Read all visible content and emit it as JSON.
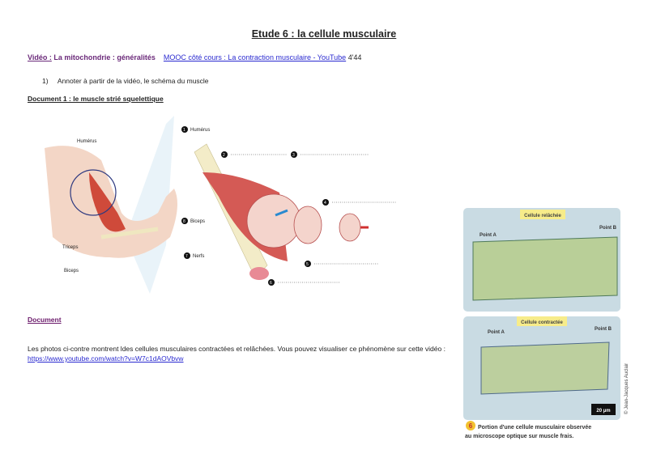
{
  "title": "Etude 6 : la cellule musculaire",
  "video_line": {
    "label": "Vidéo :",
    "topic": " La mitochondrie : généralités",
    "link": "MOOC côté cours : La contraction musculaire - YouTube",
    "duration": "4'44"
  },
  "instructions": [
    {
      "number": "1)",
      "text": "Annoter à partir de la vidéo, le schéma du muscle"
    }
  ],
  "document1": {
    "heading": "Document 1 : le muscle strié squelettique",
    "arm_labels": {
      "humerus": "Humérus",
      "triceps": "Triceps",
      "biceps": "Biceps"
    },
    "diagram_labels": {
      "n1": "1",
      "humerus": "Humérus",
      "n2": "2",
      "n3": "3",
      "n4": "4",
      "n5": "5",
      "n6": "6",
      "n7": "7",
      "nerfs": "Nerfs",
      "n8": "8",
      "biceps": "Biceps"
    }
  },
  "document2": {
    "heading": "Document",
    "paragraph": "Les photos ci-contre montrent ldes cellules musculaires contractées et relâchées. Vous pouvez visualiser ce phénomène sur cette vidéo  : ",
    "link": "https://www.youtube.com/watch?v=W7c1dAOVbvw"
  },
  "figure6": {
    "relaxed_label": "Cellule relâchée",
    "contracted_label": "Cellule contractée",
    "point_a": "Point A",
    "point_b": "Point B",
    "scale": "20 µm",
    "credit": "© Jean-Jacques Auclair",
    "number": "6",
    "caption_line1": "Portion d'une cellule musculaire observée",
    "caption_line2": "au microscope optique sur muscle frais."
  }
}
